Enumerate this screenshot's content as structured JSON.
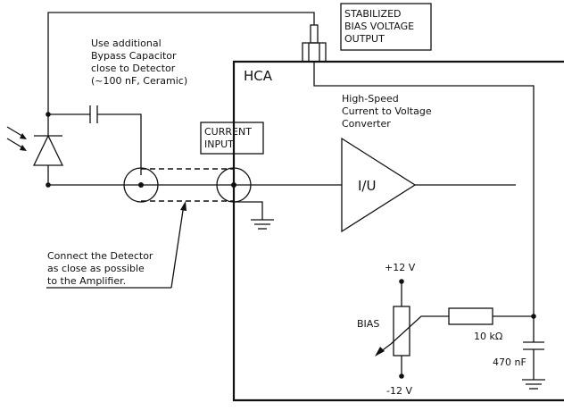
{
  "labels": {
    "stabilized": [
      "STABILIZED",
      "BIAS VOLTAGE",
      "OUTPUT"
    ],
    "bypass": [
      "Use additional",
      "Bypass Capacitor",
      "close to Detector",
      "(~100 nF, Ceramic)"
    ],
    "hca": "HCA",
    "converter": [
      "High-Speed",
      "Current to Voltage",
      "Converter"
    ],
    "current_input": [
      "CURRENT",
      "INPUT"
    ],
    "amp": "I/U",
    "connect": [
      "Connect the Detector",
      "as close as possible",
      "to the Amplifier."
    ],
    "plus12": "+12 V",
    "minus12": "-12 V",
    "bias": "BIAS",
    "resistor": "10 kΩ",
    "capacitor": "470 nF"
  }
}
